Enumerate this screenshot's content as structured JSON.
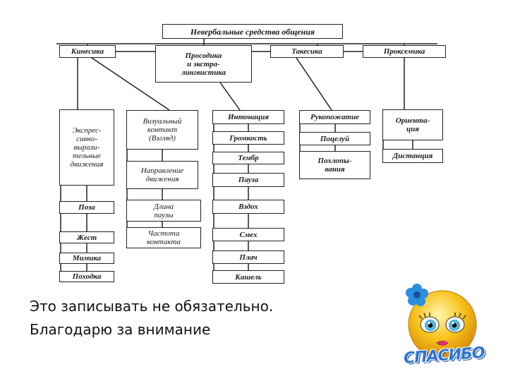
{
  "diagram": {
    "title": "Невербальные средства общения",
    "categories": {
      "kinesics": "Кинесика",
      "prosody": "Просодика\nи экстра-\nлингвистика",
      "takesics": "Такесика",
      "proxemics": "Проксемика"
    },
    "kinesics_items": [
      "Экспрес-\nсивно-\nвырази-\nтельные\nдвижения",
      "Поза",
      "Жест",
      "Мимика",
      "Походка"
    ],
    "visual_items": [
      "Визуальный\nконтакт\n(Взгляд)",
      "Направление\nдвижения",
      "Длина\nпаузы",
      "Частота\nконтакта"
    ],
    "prosody_items": [
      "Интонация",
      "Громкость",
      "Тембр",
      "Пауза",
      "Вздох",
      "Смех",
      "Плач",
      "Кашель"
    ],
    "takesics_items": [
      "Рукопожатие",
      "Поцелуй",
      "Похлопы-\nвания"
    ],
    "proxemics_items": [
      "Ориента-\nция",
      "Дистанция"
    ]
  },
  "footer": {
    "line1": "Это записывать не обязательно.",
    "line2": "Благодарю за внимание"
  },
  "sticker": {
    "text": "СПАСИБО",
    "face_color": "#f7c21a",
    "flower_color": "#2b8fe0",
    "text_color": "#2f74d0"
  }
}
